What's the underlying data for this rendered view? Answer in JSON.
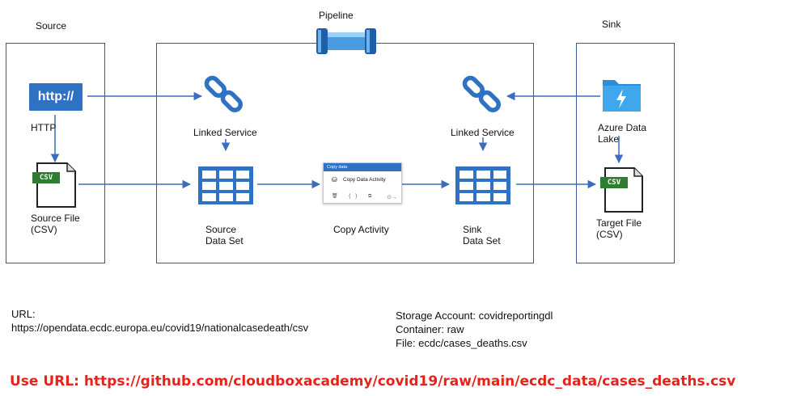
{
  "titles": {
    "source": "Source",
    "pipeline": "Pipeline",
    "sink": "Sink"
  },
  "source": {
    "http_badge": "http://",
    "http_label": "HTTP",
    "file_badge": "CSV",
    "file_label_line1": "Source File",
    "file_label_line2": "(CSV)"
  },
  "pipeline": {
    "linked_service_left": "Linked Service",
    "linked_service_right": "Linked Service",
    "source_dataset_line1": "Source",
    "source_dataset_line2": "Data Set",
    "copy_activity_label": "Copy Activity",
    "sink_dataset_line1": "Sink",
    "sink_dataset_line2": "Data Set",
    "copy_card": {
      "header": "Copy data",
      "title": "Copy Data Activity",
      "tools": "🗑 {} ⧉"
    }
  },
  "sink": {
    "adl_label_line1": "Azure Data",
    "adl_label_line2": "Lake",
    "file_badge": "CSV",
    "file_label_line1": "Target File",
    "file_label_line2": "(CSV)"
  },
  "notes": {
    "url_label": "URL:",
    "url_value": "https://opendata.ecdc.europa.eu/covid19/nationalcasedeath/csv",
    "storage_account": "Storage Account: covidreportingdl",
    "container": "Container: raw",
    "file": "File: ecdc/cases_deaths.csv",
    "use_url": "Use URL: https://github.com/cloudboxacademy/covid19/raw/main/ecdc_data/cases_deaths.csv"
  },
  "colors": {
    "border": "#3a5796",
    "arrow": "#3b6cc0",
    "accent": "#2f72c4",
    "red_text": "#e8221b",
    "csv_green": "#2e7d32"
  }
}
